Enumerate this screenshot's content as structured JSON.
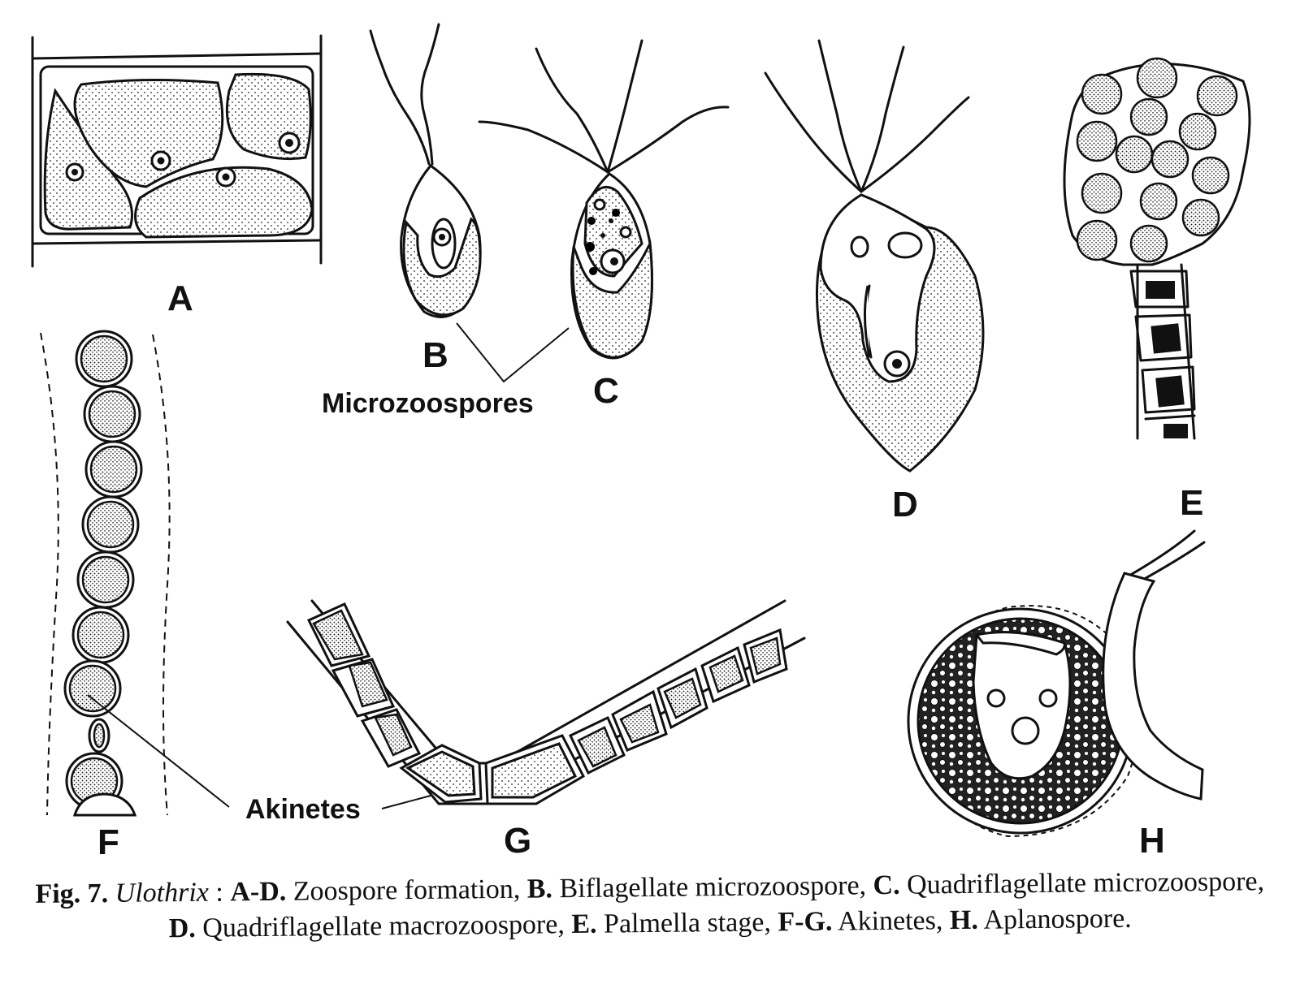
{
  "panels": {
    "a": "A",
    "b": "B",
    "c": "C",
    "d": "D",
    "e": "E",
    "f": "F",
    "g": "G",
    "h": "H"
  },
  "callouts": {
    "microzoospores": "Microzoospores",
    "akinetes": "Akinetes"
  },
  "caption": {
    "fig_label": "Fig. 7.",
    "genus": "Ulothrix",
    "sep": " : ",
    "a_d_label": "A-D.",
    "a_d_text": " Zoospore formation, ",
    "b_label": "B.",
    "b_text": " Biflagellate microzoospore, ",
    "c_label": "C.",
    "c_text": " Quadriflagellate microzoospore, ",
    "d_label": "D.",
    "d_text": " Quadriflagellate macrozoospore, ",
    "e_label": "E.",
    "e_text": " Palmella stage, ",
    "fg_label": "F-G.",
    "fg_text": " Akinetes, ",
    "h_label": "H.",
    "h_text": " Aplanospore."
  }
}
